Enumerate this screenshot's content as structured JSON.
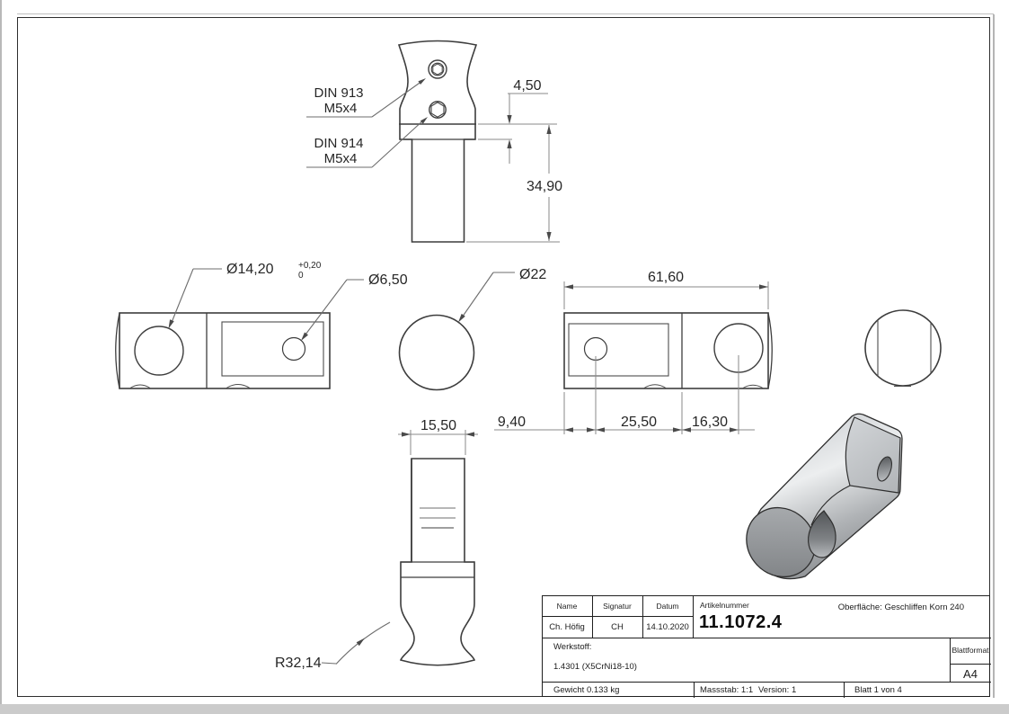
{
  "annotations": {
    "din913_line1": "DIN 913",
    "din913_line2": "M5x4",
    "din914_line1": "DIN 914",
    "din914_line2": "M5x4"
  },
  "dimensions": {
    "d_4_50": "4,50",
    "d_34_90": "34,90",
    "dia_14_20": "Ø14,20",
    "dia_14_20_tol_upper": "+0,20",
    "dia_14_20_tol_lower": "0",
    "dia_6_50": "Ø6,50",
    "dia_22": "Ø22",
    "d_61_60": "61,60",
    "d_9_40": "9,40",
    "d_25_50": "25,50",
    "d_16_30": "16,30",
    "d_15_50": "15,50",
    "r_32_14": "R32,14"
  },
  "title_block": {
    "name_label": "Name",
    "signatur_label": "Signatur",
    "datum_label": "Datum",
    "artikelnummer_label": "Artikelnummer",
    "oberflaeche": "Oberfläche:  Geschliffen Korn 240",
    "name_value": "Ch. Höfig",
    "signatur_value": "CH",
    "datum_value": "14.10.2020",
    "artikelnummer_value": "11.1072.4",
    "werkstoff_label": "Werkstoff:",
    "werkstoff_value": "1.4301 (X5CrNi18-10)",
    "blattformat_label": "Blattformat",
    "blattformat_value": "A4",
    "gewicht": "Gewicht 0.133 kg",
    "massstab": "Massstab: 1:1",
    "version": "Version: 1",
    "blatt": "Blatt 1 von 4"
  },
  "colors": {
    "outline": "#3d3d3d",
    "dimension_lines": "#8a8a8a",
    "text": "#262626",
    "metal_light": "#e9ebec",
    "metal_mid": "#b7babd",
    "metal_dark": "#84878a"
  }
}
